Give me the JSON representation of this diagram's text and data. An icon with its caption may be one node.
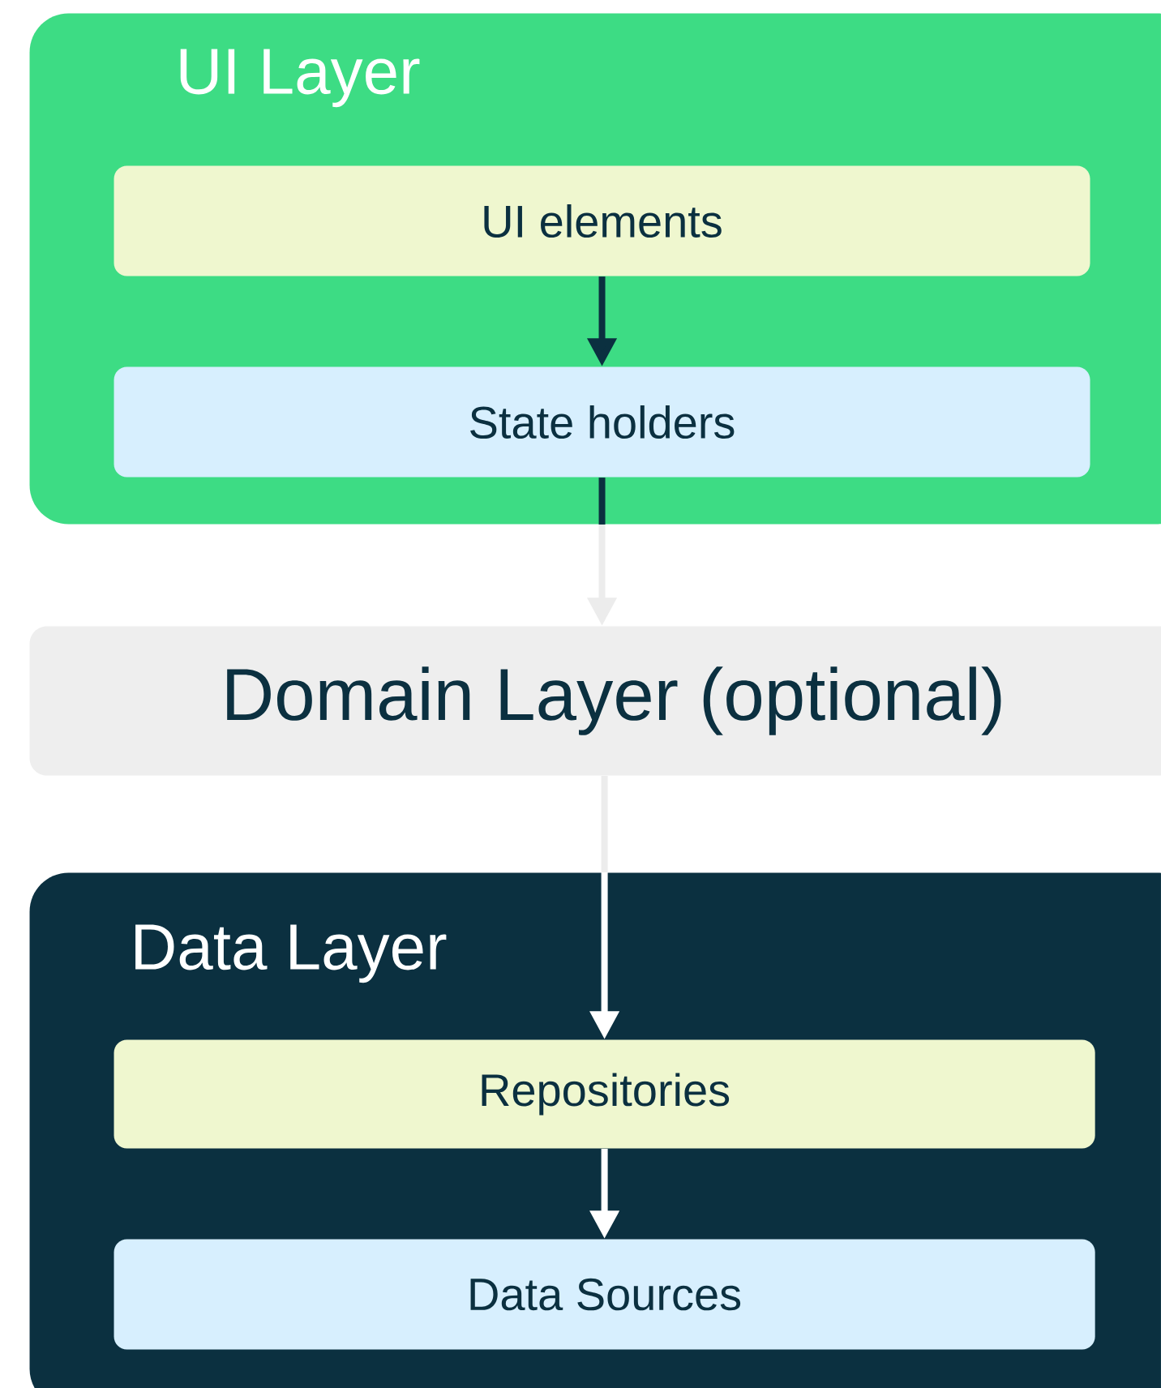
{
  "diagram": {
    "nodes": [
      {
        "text": [
          "UI Layer"
        ]
      },
      {
        "text": [
          "UI elements"
        ],
        "in": 0
      },
      {
        "text": [
          "State holders"
        ],
        "in": 0
      },
      {
        "text": [
          "Domain Layer (optional)"
        ]
      },
      {
        "text": [
          "Data Layer"
        ]
      },
      {
        "text": [
          "Repositories"
        ],
        "in": 4
      },
      {
        "text": [
          "Data Sources"
        ],
        "in": 4
      }
    ],
    "edges": [
      {
        "from": 1,
        "to": 2,
        "arrow": "to",
        "color": "#0b3040"
      },
      {
        "from": 2,
        "to": 3,
        "arrow": "to",
        "color": "#ececec"
      },
      {
        "from": 3,
        "to": 5,
        "arrow": "to",
        "color": "#ffffff"
      },
      {
        "from": 5,
        "to": 6,
        "arrow": "to",
        "color": "#ffffff"
      }
    ]
  }
}
